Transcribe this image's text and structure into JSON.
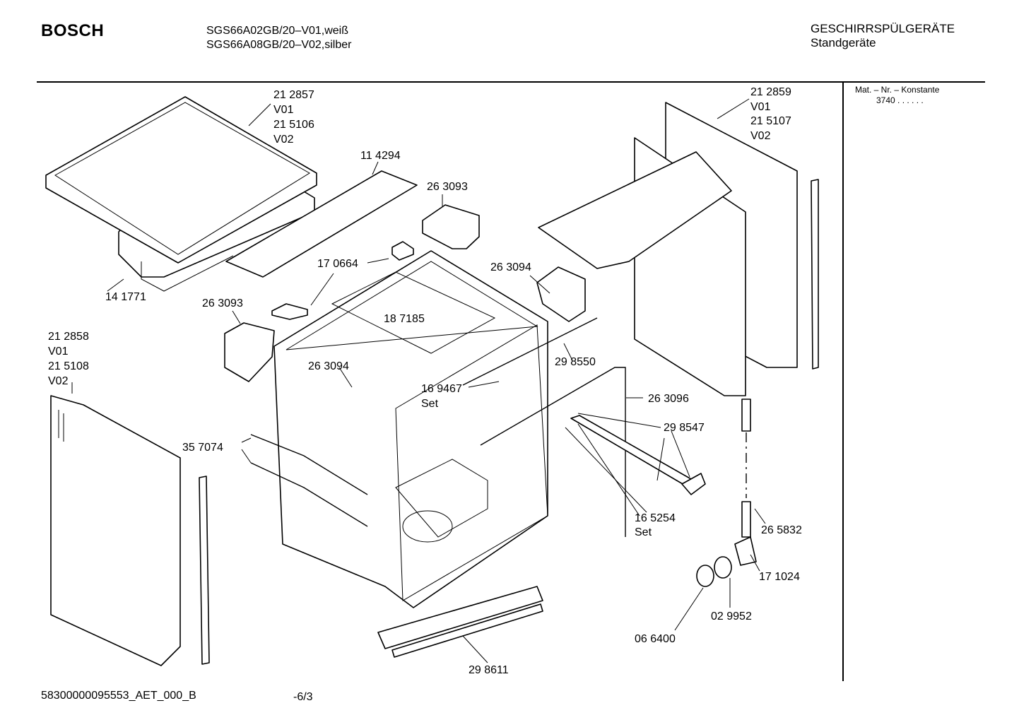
{
  "header": {
    "brand": "BOSCH",
    "model_line_1": "SGS66A02GB/20–V01,weiß",
    "model_line_2": "SGS66A08GB/20–V02,silber",
    "category": "GESCHIRRSPÜLGERÄTE",
    "subcategory": "Standgeräte"
  },
  "side_panel": {
    "mat_label": "Mat. – Nr. – Konstante",
    "mat_value": "3740 .  .  .  .  .  ."
  },
  "labels": {
    "p212857": "21 2857",
    "p212857_v": "V01",
    "p215106": "21 5106",
    "p215106_v": "V02",
    "p114294": "11 4294",
    "p263093a": "26 3093",
    "p170664": "17 0664",
    "p141771": "14 1771",
    "p263093b": "26 3093",
    "p263094a": "26 3094",
    "p187185": "18 7185",
    "p212859": "21 2859",
    "p212859_v": "V01",
    "p215107": "21 5107",
    "p215107_v": "V02",
    "p212858": "21 2858",
    "p212858_v": "V01",
    "p215108": "21 5108",
    "p215108_v": "V02",
    "p263094b": "26 3094",
    "p298550": "29 8550",
    "p169467": "16 9467",
    "p169467_set": "Set",
    "p263096": "26 3096",
    "p357074": "35 7074",
    "p298547": "29 8547",
    "p165254": "16 5254",
    "p165254_set": "Set",
    "p265832": "26 5832",
    "p171024": "17 1024",
    "p029952": "02 9952",
    "p066400": "06 6400",
    "p298611": "29 8611"
  },
  "footer": {
    "doc_id": "58300000095553_AET_000_B",
    "page": "-6/3"
  }
}
